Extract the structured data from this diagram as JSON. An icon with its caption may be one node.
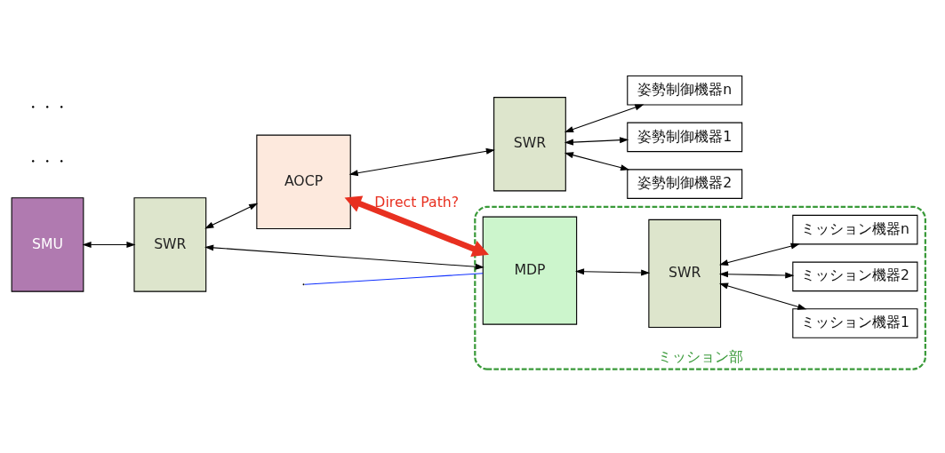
{
  "diagram": {
    "nodes": [
      {
        "text": [
          "SMU"
        ]
      },
      {
        "text": [
          "SWR"
        ]
      },
      {
        "text": [
          "AOCP"
        ]
      },
      {
        "text": [
          "SWR"
        ]
      },
      {
        "text": [
          "姿勢制御機器1"
        ]
      },
      {
        "text": [
          "姿勢制御機器2"
        ]
      },
      {
        "text": [
          "姿勢制御機器n"
        ]
      },
      {
        "text": [
          "ミッション部"
        ]
      },
      {
        "text": [
          "MDP"
        ],
        "in": 7
      },
      {
        "text": [
          "SWR"
        ],
        "in": 7
      },
      {
        "text": [
          "ミッション機器1"
        ],
        "in": 7
      },
      {
        "text": [
          "ミッション機器2"
        ],
        "in": 7
      },
      {
        "text": [
          "ミッション機器n"
        ],
        "in": 7
      }
    ],
    "edges": [
      {
        "from": 0,
        "to": 1,
        "arrow": "both"
      },
      {
        "from": 1,
        "to": 2,
        "arrow": "both"
      },
      {
        "from": 1,
        "to": 8,
        "arrow": "both"
      },
      {
        "from": 2,
        "to": 3,
        "arrow": "both"
      },
      {
        "from": 3,
        "to": 4,
        "arrow": "both"
      },
      {
        "from": 3,
        "to": 5,
        "arrow": "both"
      },
      {
        "from": 3,
        "to": 6,
        "arrow": "both"
      },
      {
        "from": 2,
        "to": 8,
        "arrow": "both",
        "label": "Direct Path?",
        "style": "thick",
        "color": "#e83020"
      },
      {
        "from": 8,
        "to": 9,
        "arrow": "both"
      },
      {
        "from": 9,
        "to": 10,
        "arrow": "both"
      },
      {
        "from": 9,
        "to": 11,
        "arrow": "both"
      },
      {
        "from": 9,
        "to": 12,
        "arrow": "both"
      },
      {
        "from": null,
        "to": 8,
        "arrow": "none",
        "color": "#1030ff"
      }
    ],
    "labels": [
      "・・・",
      "・・・"
    ]
  }
}
